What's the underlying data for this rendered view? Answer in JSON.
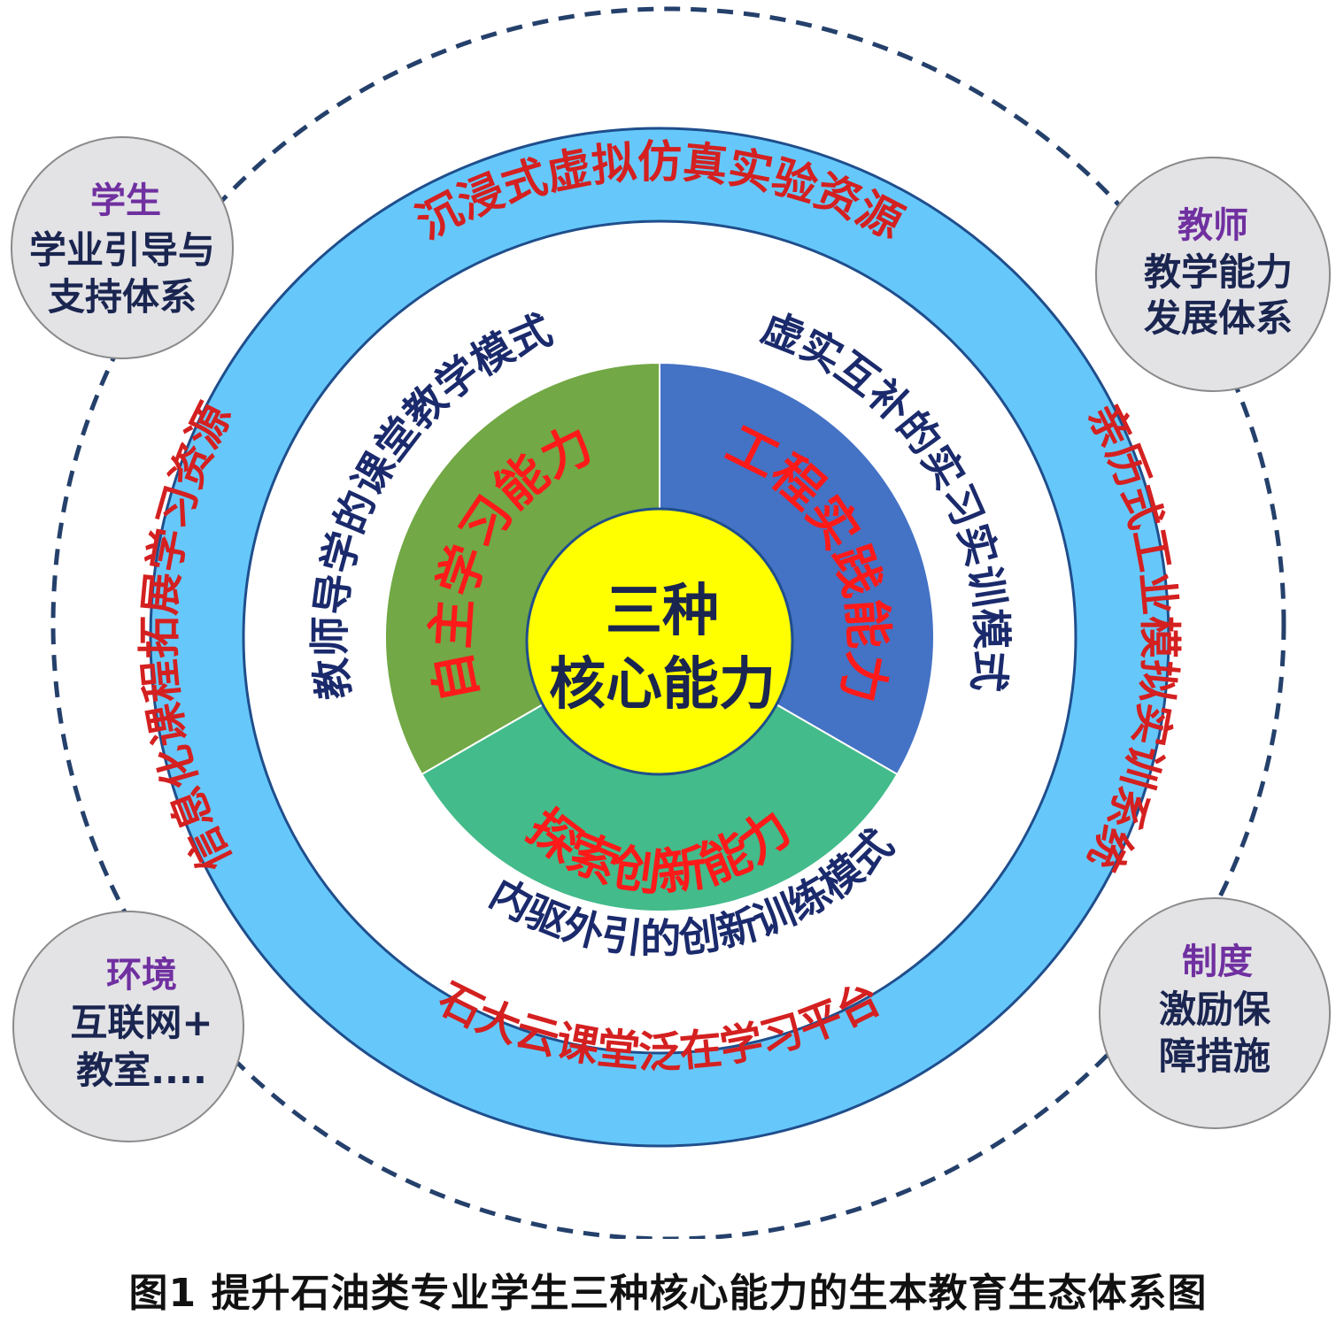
{
  "colors": {
    "ring": "#66c8fa",
    "ring_stroke": "#1f4e8c",
    "ring_text": "#d42020",
    "mode_text": "#1a2a6c",
    "sector_left": "#72a845",
    "sector_right": "#4472c4",
    "sector_bottom": "#43bb8a",
    "sector_text": "#ff1a1a",
    "core": "#ffff00",
    "core_text": "#1a2550",
    "satellite_fill": "#e3e3e6",
    "satellite_title": "#7030a0",
    "satellite_text": "#1a2550",
    "dashed": "#24406b"
  },
  "core": {
    "line1": "三种",
    "line2": "核心能力"
  },
  "sectors": {
    "left": "自主学习能力",
    "right": "工程实践能力",
    "bottom": "探索创新能力"
  },
  "modes": {
    "left": "教师导学的课堂教学模式",
    "right": "虚实互补的实习实训模式",
    "bottom": "内驱外引的创新训练模式"
  },
  "ring_resources": {
    "top": "沉浸式虚拟仿真实验资源",
    "right": "亲历式工业模拟实训系统",
    "bottom": "石大云课堂泛在学习平台",
    "left": "信息化课程拓展学习资源"
  },
  "satellites": {
    "student": {
      "title": "学生",
      "line1": "学业引导与",
      "line2": "支持体系"
    },
    "teacher": {
      "title": "教师",
      "line1": "教学能力",
      "line2": "发展体系"
    },
    "environment": {
      "title": "环境",
      "line1": "互联网+",
      "line2": "教室...."
    },
    "system": {
      "title": "制度",
      "line1": "激励保",
      "line2": "障措施"
    }
  },
  "caption": "图1  提升石油类专业学生三种核心能力的生本教育生态体系图"
}
